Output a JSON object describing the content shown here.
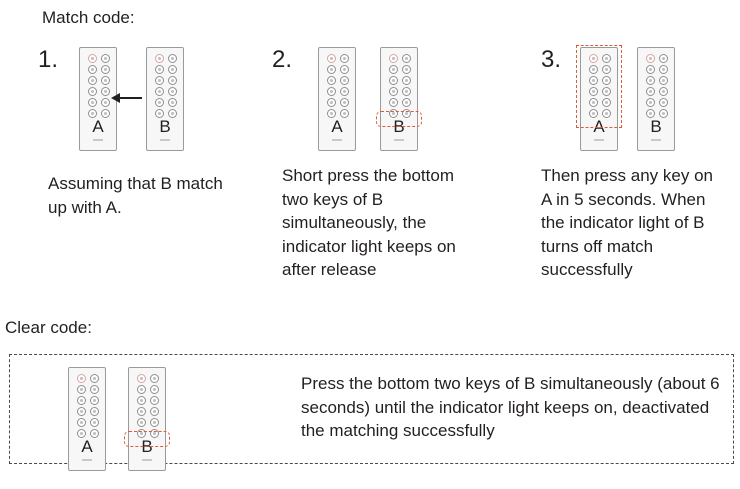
{
  "match_section": {
    "title": "Match code:",
    "steps": [
      {
        "number": "1.",
        "remote_a": "A",
        "remote_b": "B",
        "caption": "Assuming that B match up with A."
      },
      {
        "number": "2.",
        "remote_a": "A",
        "remote_b": "B",
        "caption": "Short press the bottom two keys of B simultaneously, the indicator light keeps on after release"
      },
      {
        "number": "3.",
        "remote_a": "A",
        "remote_b": "B",
        "caption": "Then press any key on A in 5 seconds. When the indicator light of B turns off match successfully"
      }
    ]
  },
  "clear_section": {
    "title": "Clear code:",
    "remote_a": "A",
    "remote_b": "B",
    "caption": "Press the bottom two keys of B simultaneously (about 6 seconds) until the indicator light keeps on, deactivated the matching successfully"
  },
  "colors": {
    "text": "#231f20",
    "highlight_dash": "#e05a3a",
    "border_dash": "#4a4a4a",
    "remote_outline": "#9a9a9a"
  },
  "icons": [
    "arrow-left-icon"
  ]
}
